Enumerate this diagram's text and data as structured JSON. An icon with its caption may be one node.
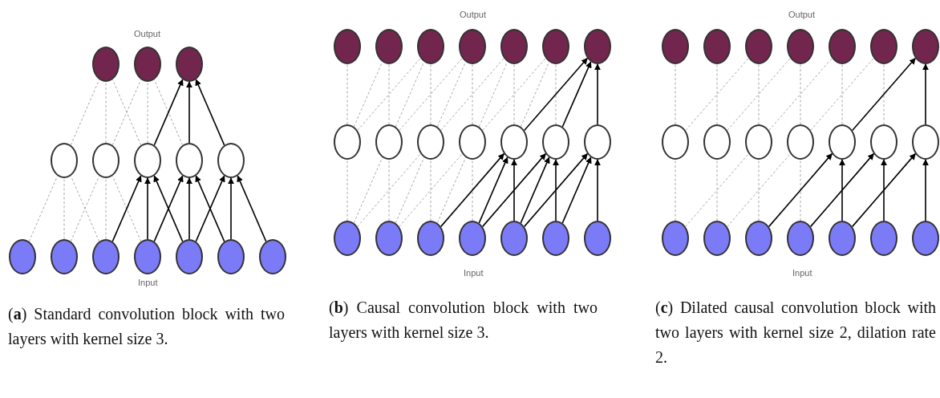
{
  "diagram": {
    "nodes": [
      {
        "text": [],
        "shape": "circle"
      },
      {
        "text": [],
        "shape": "circle"
      },
      {
        "text": [],
        "shape": "circle"
      },
      {
        "text": [],
        "shape": "circle"
      },
      {
        "text": [],
        "shape": "circle"
      },
      {
        "text": [],
        "shape": "circle"
      },
      {
        "text": [],
        "shape": "circle"
      },
      {
        "text": [],
        "shape": "circle"
      },
      {
        "text": [],
        "shape": "circle"
      },
      {
        "text": [],
        "shape": "circle"
      },
      {
        "text": [],
        "shape": "circle"
      },
      {
        "text": [],
        "shape": "circle"
      },
      {
        "text": [],
        "shape": "circle"
      },
      {
        "text": [],
        "shape": "circle"
      },
      {
        "text": [],
        "shape": "circle"
      },
      {
        "text": [],
        "shape": "circle"
      },
      {
        "text": [],
        "shape": "circle"
      },
      {
        "text": [],
        "shape": "circle"
      },
      {
        "text": [],
        "shape": "circle"
      },
      {
        "text": [],
        "shape": "circle"
      },
      {
        "text": [],
        "shape": "circle"
      },
      {
        "text": [],
        "shape": "circle"
      },
      {
        "text": [],
        "shape": "circle"
      },
      {
        "text": [],
        "shape": "circle"
      },
      {
        "text": [],
        "shape": "circle"
      },
      {
        "text": [],
        "shape": "circle"
      },
      {
        "text": [],
        "shape": "circle"
      },
      {
        "text": [],
        "shape": "circle"
      },
      {
        "text": [],
        "shape": "circle"
      },
      {
        "text": [],
        "shape": "circle"
      },
      {
        "text": [],
        "shape": "circle"
      },
      {
        "text": [],
        "shape": "circle"
      },
      {
        "text": [],
        "shape": "circle"
      },
      {
        "text": [],
        "shape": "circle"
      },
      {
        "text": [],
        "shape": "circle"
      },
      {
        "text": [],
        "shape": "circle"
      },
      {
        "text": [],
        "shape": "circle"
      },
      {
        "text": [],
        "shape": "circle"
      },
      {
        "text": [],
        "shape": "circle"
      },
      {
        "text": [],
        "shape": "circle"
      },
      {
        "text": [],
        "shape": "circle"
      },
      {
        "text": [],
        "shape": "circle"
      },
      {
        "text": [],
        "shape": "circle"
      },
      {
        "text": [],
        "shape": "circle"
      },
      {
        "text": [],
        "shape": "circle"
      },
      {
        "text": [],
        "shape": "circle"
      },
      {
        "text": [],
        "shape": "circle"
      },
      {
        "text": [],
        "shape": "circle"
      },
      {
        "text": [],
        "shape": "circle"
      },
      {
        "text": [],
        "shape": "circle"
      },
      {
        "text": [],
        "shape": "circle"
      },
      {
        "text": [],
        "shape": "circle"
      },
      {
        "text": [],
        "shape": "circle"
      },
      {
        "text": [],
        "shape": "circle"
      },
      {
        "text": [],
        "shape": "circle"
      },
      {
        "text": [],
        "shape": "circle"
      },
      {
        "text": [],
        "shape": "circle"
      }
    ],
    "edges": [
      {
        "from": 8,
        "to": 3,
        "arrow": "none",
        "style": "dashed"
      },
      {
        "from": 9,
        "to": 3,
        "arrow": "none",
        "style": "dashed"
      },
      {
        "from": 10,
        "to": 3,
        "arrow": "none",
        "style": "dashed"
      },
      {
        "from": 9,
        "to": 4,
        "arrow": "none",
        "style": "dashed"
      },
      {
        "from": 10,
        "to": 4,
        "arrow": "none",
        "style": "dashed"
      },
      {
        "from": 11,
        "to": 4,
        "arrow": "none",
        "style": "dashed"
      },
      {
        "from": 10,
        "to": 5,
        "arrow": "to",
        "color": "#000000"
      },
      {
        "from": 11,
        "to": 5,
        "arrow": "to",
        "color": "#000000"
      },
      {
        "from": 12,
        "to": 5,
        "arrow": "to",
        "color": "#000000"
      },
      {
        "from": 11,
        "to": 6,
        "arrow": "to",
        "color": "#000000"
      },
      {
        "from": 12,
        "to": 6,
        "arrow": "to",
        "color": "#000000"
      },
      {
        "from": 13,
        "to": 6,
        "arrow": "to",
        "color": "#000000"
      },
      {
        "from": 12,
        "to": 7,
        "arrow": "to",
        "color": "#000000"
      },
      {
        "from": 13,
        "to": 7,
        "arrow": "to",
        "color": "#000000"
      },
      {
        "from": 14,
        "to": 7,
        "arrow": "to",
        "color": "#000000"
      },
      {
        "from": 3,
        "to": 0,
        "arrow": "none",
        "style": "dashed"
      },
      {
        "from": 4,
        "to": 0,
        "arrow": "none",
        "style": "dashed"
      },
      {
        "from": 5,
        "to": 0,
        "arrow": "none",
        "style": "dashed"
      },
      {
        "from": 4,
        "to": 1,
        "arrow": "none",
        "style": "dashed"
      },
      {
        "from": 5,
        "to": 1,
        "arrow": "none",
        "style": "dashed"
      },
      {
        "from": 6,
        "to": 1,
        "arrow": "none",
        "style": "dashed"
      },
      {
        "from": 5,
        "to": 2,
        "arrow": "to",
        "color": "#000000"
      },
      {
        "from": 6,
        "to": 2,
        "arrow": "to",
        "color": "#000000"
      },
      {
        "from": 7,
        "to": 2,
        "arrow": "to",
        "color": "#000000"
      },
      {
        "from": 29,
        "to": 22,
        "arrow": "none",
        "style": "dashed"
      },
      {
        "from": 29,
        "to": 23,
        "arrow": "none",
        "style": "dashed"
      },
      {
        "from": 30,
        "to": 23,
        "arrow": "none",
        "style": "dashed"
      },
      {
        "from": 29,
        "to": 24,
        "arrow": "none",
        "style": "dashed"
      },
      {
        "from": 30,
        "to": 24,
        "arrow": "none",
        "style": "dashed"
      },
      {
        "from": 31,
        "to": 24,
        "arrow": "none",
        "style": "dashed"
      },
      {
        "from": 30,
        "to": 25,
        "arrow": "none",
        "style": "dashed"
      },
      {
        "from": 31,
        "to": 25,
        "arrow": "none",
        "style": "dashed"
      },
      {
        "from": 32,
        "to": 25,
        "arrow": "none",
        "style": "dashed"
      },
      {
        "from": 31,
        "to": 26,
        "arrow": "to",
        "color": "#000000"
      },
      {
        "from": 32,
        "to": 26,
        "arrow": "to",
        "color": "#000000"
      },
      {
        "from": 33,
        "to": 26,
        "arrow": "to",
        "color": "#000000"
      },
      {
        "from": 32,
        "to": 27,
        "arrow": "to",
        "color": "#000000"
      },
      {
        "from": 33,
        "to": 27,
        "arrow": "to",
        "color": "#000000"
      },
      {
        "from": 34,
        "to": 27,
        "arrow": "to",
        "color": "#000000"
      },
      {
        "from": 33,
        "to": 28,
        "arrow": "to",
        "color": "#000000"
      },
      {
        "from": 34,
        "to": 28,
        "arrow": "to",
        "color": "#000000"
      },
      {
        "from": 35,
        "to": 28,
        "arrow": "to",
        "color": "#000000"
      },
      {
        "from": 22,
        "to": 15,
        "arrow": "none",
        "style": "dashed"
      },
      {
        "from": 22,
        "to": 16,
        "arrow": "none",
        "style": "dashed"
      },
      {
        "from": 23,
        "to": 16,
        "arrow": "none",
        "style": "dashed"
      },
      {
        "from": 22,
        "to": 17,
        "arrow": "none",
        "style": "dashed"
      },
      {
        "from": 23,
        "to": 17,
        "arrow": "none",
        "style": "dashed"
      },
      {
        "from": 24,
        "to": 17,
        "arrow": "none",
        "style": "dashed"
      },
      {
        "from": 23,
        "to": 18,
        "arrow": "none",
        "style": "dashed"
      },
      {
        "from": 24,
        "to": 18,
        "arrow": "none",
        "style": "dashed"
      },
      {
        "from": 25,
        "to": 18,
        "arrow": "none",
        "style": "dashed"
      },
      {
        "from": 24,
        "to": 19,
        "arrow": "none",
        "style": "dashed"
      },
      {
        "from": 25,
        "to": 19,
        "arrow": "none",
        "style": "dashed"
      },
      {
        "from": 26,
        "to": 19,
        "arrow": "none",
        "style": "dashed"
      },
      {
        "from": 25,
        "to": 20,
        "arrow": "none",
        "style": "dashed"
      },
      {
        "from": 26,
        "to": 20,
        "arrow": "none",
        "style": "dashed"
      },
      {
        "from": 27,
        "to": 20,
        "arrow": "none",
        "style": "dashed"
      },
      {
        "from": 26,
        "to": 21,
        "arrow": "to",
        "color": "#000000"
      },
      {
        "from": 27,
        "to": 21,
        "arrow": "to",
        "color": "#000000"
      },
      {
        "from": 28,
        "to": 21,
        "arrow": "to",
        "color": "#000000"
      },
      {
        "from": 50,
        "to": 43,
        "arrow": "none",
        "style": "dashed"
      },
      {
        "from": 51,
        "to": 44,
        "arrow": "none",
        "style": "dashed"
      },
      {
        "from": 50,
        "to": 45,
        "arrow": "none",
        "style": "dashed"
      },
      {
        "from": 52,
        "to": 45,
        "arrow": "none",
        "style": "dashed"
      },
      {
        "from": 51,
        "to": 46,
        "arrow": "none",
        "style": "dashed"
      },
      {
        "from": 53,
        "to": 46,
        "arrow": "none",
        "style": "dashed"
      },
      {
        "from": 52,
        "to": 47,
        "arrow": "to",
        "color": "#000000"
      },
      {
        "from": 54,
        "to": 47,
        "arrow": "to",
        "color": "#000000"
      },
      {
        "from": 53,
        "to": 48,
        "arrow": "to",
        "color": "#000000"
      },
      {
        "from": 55,
        "to": 48,
        "arrow": "to",
        "color": "#000000"
      },
      {
        "from": 54,
        "to": 49,
        "arrow": "to",
        "color": "#000000"
      },
      {
        "from": 56,
        "to": 49,
        "arrow": "to",
        "color": "#000000"
      },
      {
        "from": 43,
        "to": 36,
        "arrow": "none",
        "style": "dashed"
      },
      {
        "from": 44,
        "to": 37,
        "arrow": "none",
        "style": "dashed"
      },
      {
        "from": 43,
        "to": 38,
        "arrow": "none",
        "style": "dashed"
      },
      {
        "from": 45,
        "to": 38,
        "arrow": "none",
        "style": "dashed"
      },
      {
        "from": 44,
        "to": 39,
        "arrow": "none",
        "style": "dashed"
      },
      {
        "from": 46,
        "to": 39,
        "arrow": "none",
        "style": "dashed"
      },
      {
        "from": 45,
        "to": 40,
        "arrow": "none",
        "style": "dashed"
      },
      {
        "from": 47,
        "to": 40,
        "arrow": "none",
        "style": "dashed"
      },
      {
        "from": 46,
        "to": 41,
        "arrow": "none",
        "style": "dashed"
      },
      {
        "from": 48,
        "to": 41,
        "arrow": "none",
        "style": "dashed"
      },
      {
        "from": 47,
        "to": 42,
        "arrow": "to",
        "color": "#000000"
      },
      {
        "from": 49,
        "to": 42,
        "arrow": "to",
        "color": "#000000"
      }
    ],
    "labels": [
      "Output",
      "Output",
      "Output",
      "Input",
      "Input",
      "Input",
      "(**a**) Standard convolution block with two layers with kernel size 3.",
      "(**b**) Causal convolution block with two layers with kernel size 3.",
      "(**c**) Dilated causal convolution block with two layers with kernel size 2, dilation rate 2."
    ]
  }
}
